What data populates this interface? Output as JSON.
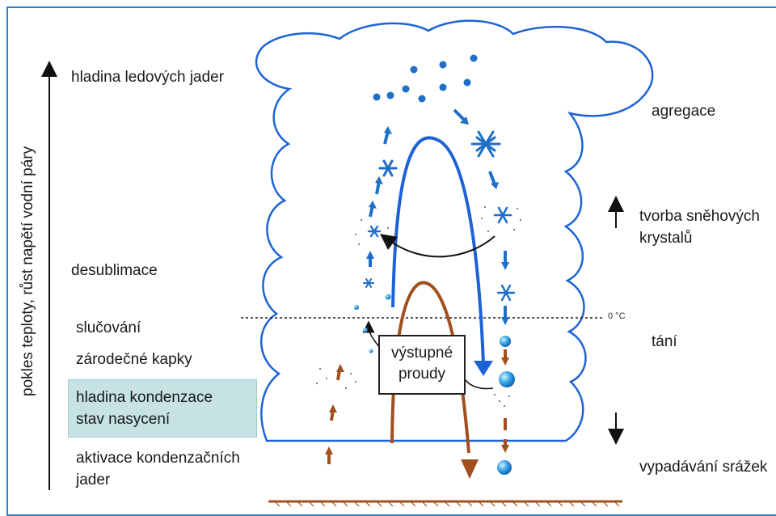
{
  "axis_label": "pokles teploty, růst napětí vodní páry",
  "left_labels": {
    "ice_nuclei_level": "hladina ledových jader",
    "desublimation": "desublimace",
    "coalescence": "slučování",
    "nucleation_drops": "zárodečné kapky",
    "condensation_level_line1": "hladina kondenzace",
    "condensation_level_line2": "stav nasycení",
    "activation_line1": "aktivace kondenzačních",
    "activation_line2": "jader"
  },
  "right_labels": {
    "aggregation": "agregace",
    "snow_crystals_line1": "tvorba sněhových",
    "snow_crystals_line2": "krystalů",
    "melting": "tání",
    "precipitation": "vypadávání srážek"
  },
  "zero_label": "0 °C",
  "updraft_line1": "výstupné",
  "updraft_line2": "proudy",
  "colors": {
    "border": "#2f7fc9",
    "cloud": "#1e63d6",
    "ice": "#1f6fc8",
    "brown": "#a0501e",
    "highlight": "#c6e2e4"
  }
}
